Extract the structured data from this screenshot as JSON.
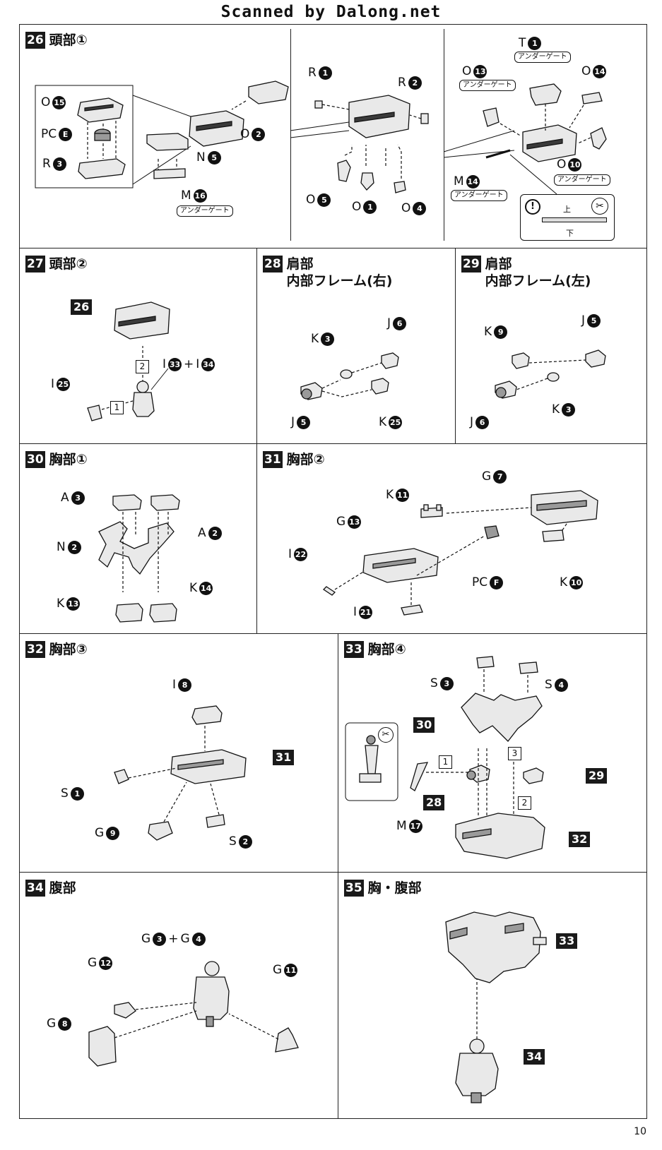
{
  "header": {
    "scan_credit": "Scanned by Dalong.net"
  },
  "page": {
    "number": "10"
  },
  "gates": {
    "under_gate": "アンダーゲート"
  },
  "step26": {
    "badge": "26",
    "title": "頭部①",
    "labels": {
      "O15": [
        "O",
        "15"
      ],
      "PCE": [
        "PC",
        "E"
      ],
      "R3": [
        "R",
        "3"
      ],
      "O2": [
        "O",
        "2"
      ],
      "N5": [
        "N",
        "5"
      ],
      "M16": [
        "M",
        "16"
      ],
      "R1": [
        "R",
        "1"
      ],
      "R2": [
        "R",
        "2"
      ],
      "O5": [
        "O",
        "5"
      ],
      "O1": [
        "O",
        "1"
      ],
      "O4": [
        "O",
        "4"
      ],
      "T1": [
        "T",
        "1"
      ],
      "O13": [
        "O",
        "13"
      ],
      "O14": [
        "O",
        "14"
      ],
      "O10": [
        "O",
        "10"
      ],
      "M14": [
        "M",
        "14"
      ]
    },
    "hint": {
      "up": "上",
      "down": "下"
    }
  },
  "step27": {
    "badge": "27",
    "title": "頭部②",
    "ref": "26",
    "labels": {
      "I33": [
        "I",
        "33"
      ],
      "plus": "+",
      "I34": [
        "I",
        "34"
      ],
      "I25": [
        "I",
        "25"
      ]
    },
    "order": [
      "1",
      "2"
    ]
  },
  "step28": {
    "badge": "28",
    "title_line1": "肩部",
    "title_line2": "内部フレーム(右)",
    "labels": {
      "K3": [
        "K",
        "3"
      ],
      "J6": [
        "J",
        "6"
      ],
      "J5": [
        "J",
        "5"
      ],
      "K25": [
        "K",
        "25"
      ]
    }
  },
  "step29": {
    "badge": "29",
    "title_line1": "肩部",
    "title_line2": "内部フレーム(左)",
    "labels": {
      "K9": [
        "K",
        "9"
      ],
      "J5": [
        "J",
        "5"
      ],
      "J6": [
        "J",
        "6"
      ],
      "K3": [
        "K",
        "3"
      ]
    }
  },
  "step30": {
    "badge": "30",
    "title": "胸部①",
    "labels": {
      "A3": [
        "A",
        "3"
      ],
      "A2": [
        "A",
        "2"
      ],
      "N2": [
        "N",
        "2"
      ],
      "K13": [
        "K",
        "13"
      ],
      "K14": [
        "K",
        "14"
      ]
    }
  },
  "step31": {
    "badge": "31",
    "title": "胸部②",
    "labels": {
      "K11": [
        "K",
        "11"
      ],
      "G7": [
        "G",
        "7"
      ],
      "G13": [
        "G",
        "13"
      ],
      "I22": [
        "I",
        "22"
      ],
      "PCF": [
        "PC",
        "F"
      ],
      "K10": [
        "K",
        "10"
      ],
      "I21": [
        "I",
        "21"
      ]
    }
  },
  "step32": {
    "badge": "32",
    "title": "胸部③",
    "ref": "31",
    "labels": {
      "I8": [
        "I",
        "8"
      ],
      "S1": [
        "S",
        "1"
      ],
      "G9": [
        "G",
        "9"
      ],
      "S2": [
        "S",
        "2"
      ]
    }
  },
  "step33": {
    "badge": "33",
    "title": "胸部④",
    "refs": {
      "r30": "30",
      "r28": "28",
      "r29": "29",
      "r32": "32"
    },
    "labels": {
      "S3": [
        "S",
        "3"
      ],
      "S4": [
        "S",
        "4"
      ],
      "M17": [
        "M",
        "17"
      ]
    },
    "order": [
      "1",
      "2",
      "3"
    ]
  },
  "step34": {
    "badge": "34",
    "title": "腹部",
    "labels": {
      "G3": [
        "G",
        "3"
      ],
      "plus": "+",
      "G4": [
        "G",
        "4"
      ],
      "G12": [
        "G",
        "12"
      ],
      "G11": [
        "G",
        "11"
      ],
      "G8": [
        "G",
        "8"
      ]
    }
  },
  "step35": {
    "badge": "35",
    "title": "胸・腹部",
    "refs": {
      "r33": "33",
      "r34": "34"
    }
  }
}
